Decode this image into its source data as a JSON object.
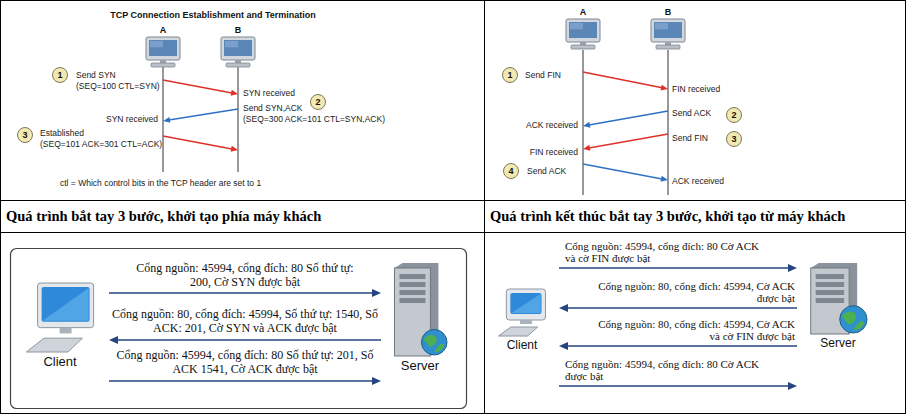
{
  "diagram": {
    "title": "TCP Connection Establishment and Termination",
    "nodes": [
      {
        "text": [
          "A"
        ]
      },
      {
        "text": [
          "B"
        ]
      },
      {
        "text": [
          "1"
        ]
      },
      {
        "text": [
          "2"
        ]
      },
      {
        "text": [
          "3"
        ]
      },
      {
        "text": [
          "A"
        ]
      },
      {
        "text": [
          "B"
        ]
      },
      {
        "text": [
          "1"
        ]
      },
      {
        "text": [
          "2"
        ]
      },
      {
        "text": [
          "3"
        ]
      },
      {
        "text": [
          "4"
        ]
      },
      {
        "text": [
          "Client"
        ]
      },
      {
        "text": [
          "Server"
        ]
      },
      {
        "text": [
          "Client"
        ]
      },
      {
        "text": [
          "Server"
        ]
      }
    ],
    "edges": [
      {
        "from": 0,
        "to": 1,
        "arrow": "to"
      },
      {
        "from": 1,
        "to": 0,
        "arrow": "to"
      },
      {
        "from": 0,
        "to": 1,
        "arrow": "to"
      },
      {
        "from": 5,
        "to": 6,
        "arrow": "to"
      },
      {
        "from": 6,
        "to": 5,
        "arrow": "to"
      },
      {
        "from": 6,
        "to": 5,
        "arrow": "to"
      },
      {
        "from": 5,
        "to": 6,
        "arrow": "to"
      },
      {
        "from": 11,
        "to": 12,
        "arrow": "to",
        "label": "Cổng nguồn: 45994, cổng đích: 80 Số thứ tự: 200, Cờ SYN được bật"
      },
      {
        "from": 12,
        "to": 11,
        "arrow": "to",
        "label": "Cổng nguồn: 80, cổng đích: 45994, Số thứ tự: 1540, Số ACK: 201, Cờ SYN và ACK được bật"
      },
      {
        "from": 11,
        "to": 12,
        "arrow": "to",
        "label": "Cổng nguồn: 45994, cổng đích: 80 Số thứ tự: 201, Số ACK 1541, Cờ ACK được bật"
      },
      {
        "from": 13,
        "to": 14,
        "arrow": "to",
        "label": "Cổng nguồn: 45994, cổng đích: 80 Cờ ACK và cờ FIN được bật"
      },
      {
        "from": 14,
        "to": 13,
        "arrow": "to",
        "label": "Cổng nguồn: 80, cổng đích: 45994, Cờ ACK được bật"
      },
      {
        "from": 14,
        "to": 13,
        "arrow": "to",
        "label": "Cổng nguồn: 80, cổng đích: 45994, Cờ ACK và cờ FIN được bật"
      },
      {
        "from": 13,
        "to": 14,
        "arrow": "to",
        "label": "Cổng nguồn: 45994, cổng đích: 80 Cờ ACK được bật"
      }
    ],
    "labels": [
      "Send SYN",
      "(SEQ=100 CTL=SYN)",
      "SYN received",
      "Send SYN,ACK",
      "(SEQ=300 ACK=101 CTL=SYN,ACK)",
      "SYN received",
      "Established",
      "(SEQ=101 ACK=301 CTL=ACK)",
      "ctl = Which control bits in the TCP header are set to 1",
      "Send FIN",
      "FIN received",
      "Send ACK",
      "ACK received",
      "Send FIN",
      "FIN received",
      "Send ACK",
      "ACK received",
      "Quá trình bắt tay 3 bước, khởi tạo phía máy khách",
      "Quá trình kết thúc bắt tay 3 bước, khởi tạo từ máy khách"
    ]
  }
}
